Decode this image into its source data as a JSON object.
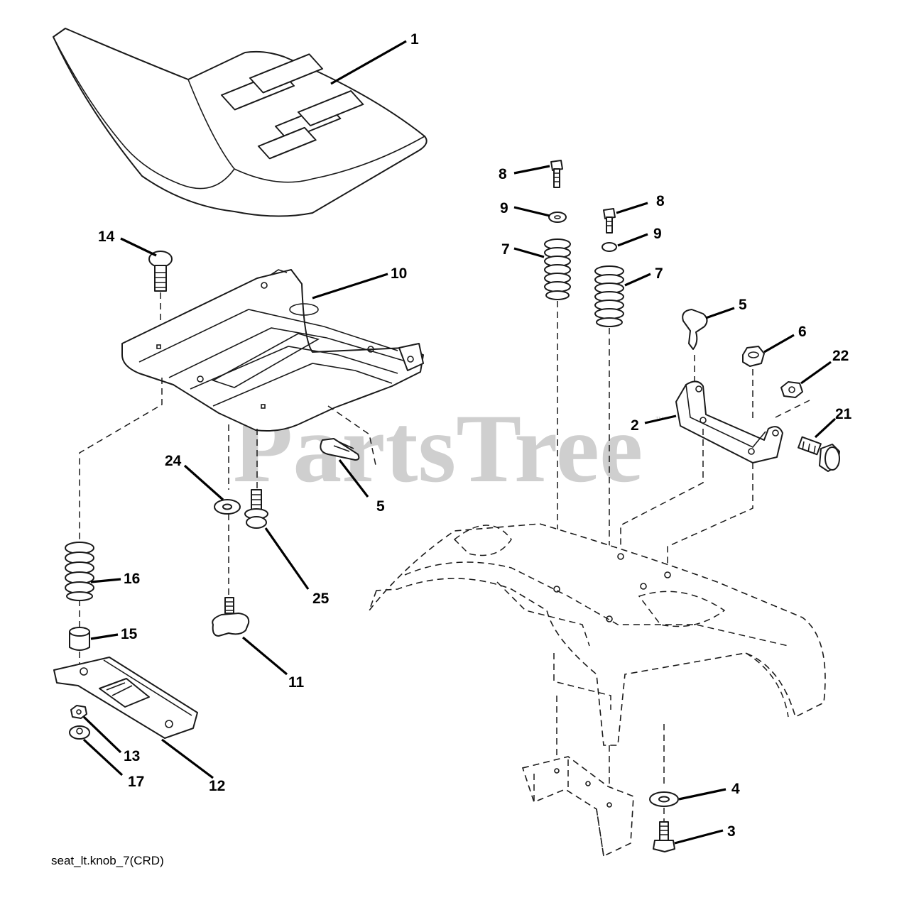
{
  "watermark": {
    "text": "PartsTree",
    "trademark": "™"
  },
  "caption": "seat_lt.knob_7(CRD)",
  "callouts": [
    {
      "id": "c1",
      "label": "1"
    },
    {
      "id": "c14",
      "label": "14"
    },
    {
      "id": "c10",
      "label": "10"
    },
    {
      "id": "c24",
      "label": "24"
    },
    {
      "id": "c5a",
      "label": "5"
    },
    {
      "id": "c25",
      "label": "25"
    },
    {
      "id": "c16",
      "label": "16"
    },
    {
      "id": "c15",
      "label": "15"
    },
    {
      "id": "c11",
      "label": "11"
    },
    {
      "id": "c13",
      "label": "13"
    },
    {
      "id": "c17",
      "label": "17"
    },
    {
      "id": "c12",
      "label": "12"
    },
    {
      "id": "c8a",
      "label": "8"
    },
    {
      "id": "c9a",
      "label": "9"
    },
    {
      "id": "c7a",
      "label": "7"
    },
    {
      "id": "c8b",
      "label": "8"
    },
    {
      "id": "c9b",
      "label": "9"
    },
    {
      "id": "c7b",
      "label": "7"
    },
    {
      "id": "c5b",
      "label": "5"
    },
    {
      "id": "c6",
      "label": "6"
    },
    {
      "id": "c22",
      "label": "22"
    },
    {
      "id": "c2",
      "label": "2"
    },
    {
      "id": "c21",
      "label": "21"
    },
    {
      "id": "c4",
      "label": "4"
    },
    {
      "id": "c3",
      "label": "3"
    }
  ]
}
